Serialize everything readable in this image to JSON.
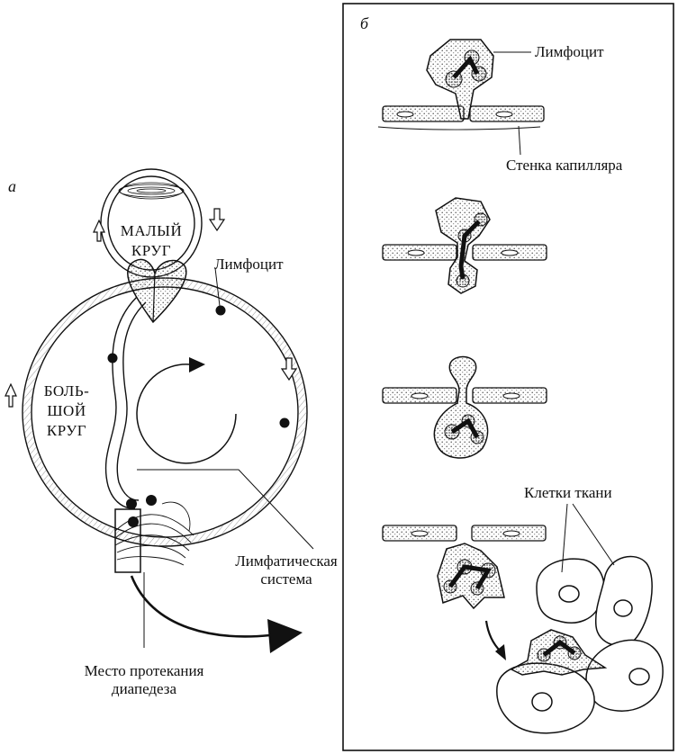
{
  "panel_a": {
    "letter": "а",
    "small_circle": [
      "МАЛЫЙ",
      "КРУГ"
    ],
    "big_circle": [
      "БОЛЬ-",
      "ШОЙ",
      "КРУГ"
    ],
    "lymphocyte": "Лимфоцит",
    "lymph_system": [
      "Лимфатическая",
      "система"
    ],
    "diapedesis_site": [
      "Место протекания",
      "диапедеза"
    ]
  },
  "panel_b": {
    "letter": "б",
    "lymphocyte": "Лимфоцит",
    "capillary_wall": "Стенка капилляра",
    "tissue_cells": "Клетки ткани"
  },
  "colors": {
    "ink": "#111111",
    "background": "#ffffff",
    "stipple": "#555555"
  }
}
